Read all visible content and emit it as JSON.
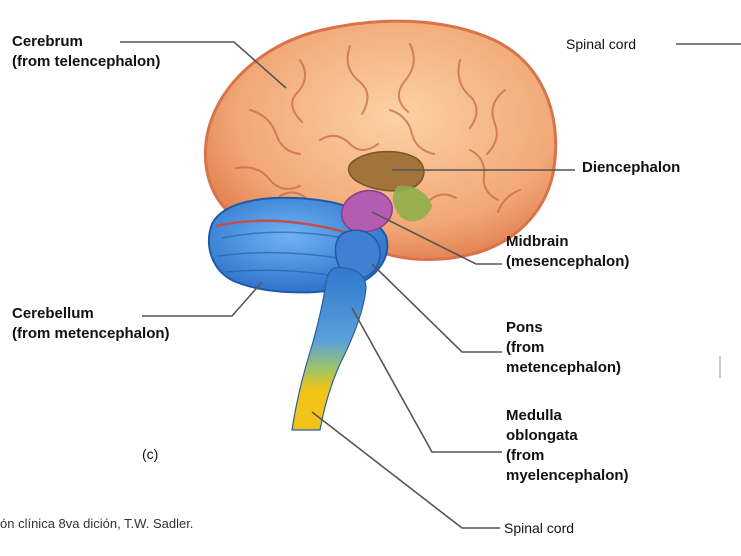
{
  "labels": {
    "cerebrum": {
      "name": "Cerebrum",
      "origin": "(from telencephalon)"
    },
    "spinal_cord_top": "Spinal cord",
    "diencephalon": "Diencephalon",
    "midbrain": {
      "name": "Midbrain",
      "origin": "(mesencephalon)"
    },
    "cerebellum": {
      "name": "Cerebellum",
      "origin": "(from metencephalon)"
    },
    "pons": {
      "line1": "Pons",
      "line2": "(from",
      "line3": "metencephalon)"
    },
    "medulla": {
      "line1": "Medulla",
      "line2": "oblongata",
      "line3": "(from",
      "line4": "myelencephalon)"
    },
    "spinal_cord_bottom": "Spinal cord",
    "panel_marker": "(c)",
    "source_credit": "ón clínica 8va dición, T.W. Sadler."
  },
  "colors": {
    "cerebrum": "#f2a877",
    "cerebrum_outline": "#d9734a",
    "cerebellum": "#3b8be0",
    "pons": "#3f7fd4",
    "diencephalon": "#a0743a",
    "midbrain": "#b35cb0",
    "medulla_top": "#5aa0d8",
    "medulla_bottom": "#f0c419",
    "leader_line": "#555555"
  }
}
